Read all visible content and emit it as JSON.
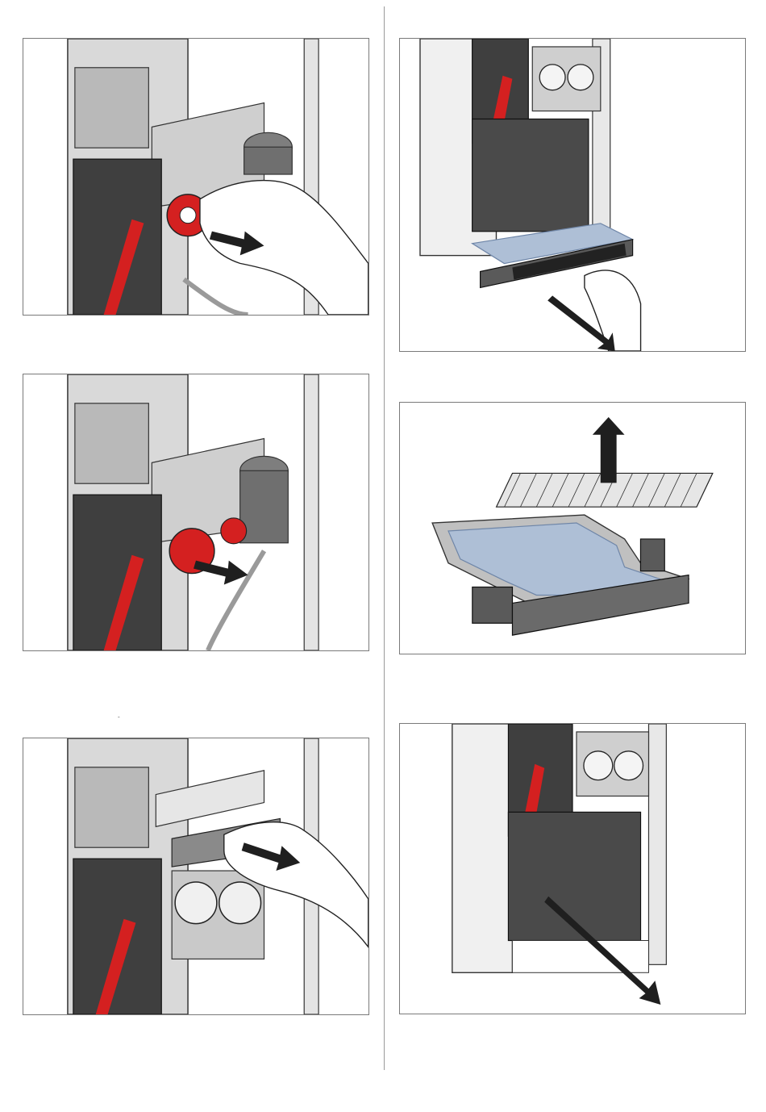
{
  "document": {
    "panels": [
      {
        "id": "step-1",
        "illustration": "remove-red-valve-knob",
        "arrow": "pull-right"
      },
      {
        "id": "step-2",
        "illustration": "detach-valve-assembly",
        "arrow": "pull-right"
      },
      {
        "id": "step-3",
        "illustration": "remove-cover-plate",
        "arrow": "pull-right"
      },
      {
        "id": "step-4",
        "illustration": "pull-out-drip-tray",
        "arrow": "pull-down-right"
      },
      {
        "id": "step-5",
        "illustration": "lift-grid-from-tray",
        "arrow": "lift-up"
      },
      {
        "id": "step-6",
        "illustration": "pull-out-waste-bin",
        "arrow": "pull-down-right"
      }
    ],
    "colors": {
      "red": "#d42020",
      "dark": "#3c3c3c",
      "mid": "#8f8f8f",
      "light": "#c8c8c8",
      "body": "#d9d9d9",
      "water": "#aebfd6",
      "arrow": "#1f1f1f"
    }
  }
}
